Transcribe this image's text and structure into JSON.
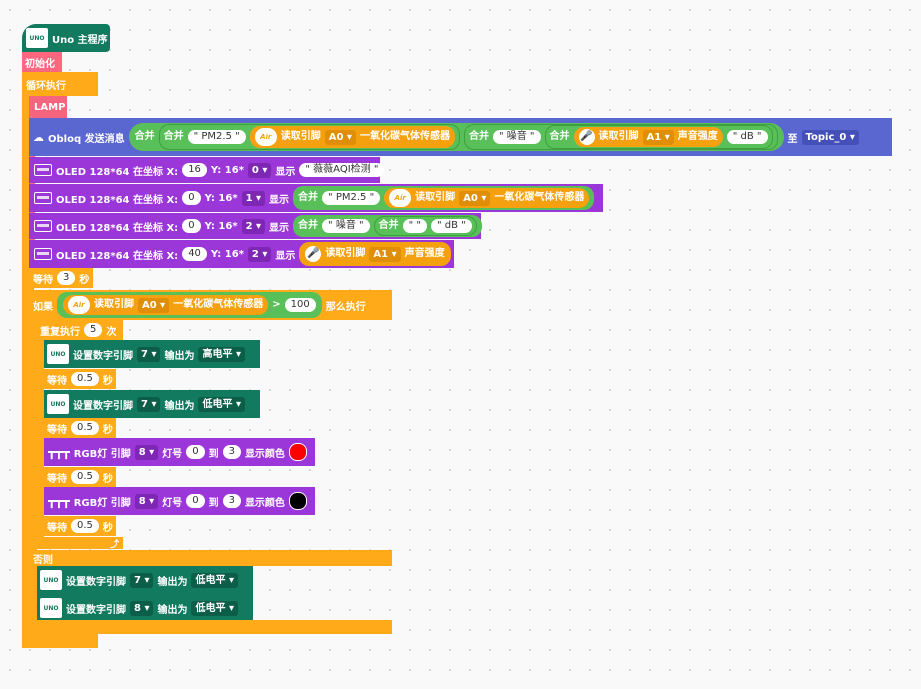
{
  "main": {
    "hat_label": "Uno 主程序",
    "uno_icon": "UNO",
    "init_label": "初始化",
    "loop_label": "循环执行"
  },
  "lamp": {
    "label": "LAMP"
  },
  "obloq": {
    "label": "Obloq 发送消息",
    "merge": "合并",
    "str1": "\" PM2.5 \"",
    "air": "Air",
    "read_pin": "读取引脚",
    "pin_a0": "A0",
    "co_sensor": "一氧化碳气体传感器",
    "str2": "\" 噪音 \"",
    "pin_a1": "A1",
    "sound": "声音强度",
    "str3": "\" dB \"",
    "to": "至",
    "topic": "Topic_0"
  },
  "oled": {
    "label": "OLED 128*64 在坐标 X:",
    "y_label": "Y: 16*",
    "show": "显示",
    "r1": {
      "x": "16",
      "y": "0",
      "text": "\" 薇薇AQI检测 \""
    },
    "r2": {
      "x": "0",
      "y": "1"
    },
    "r3": {
      "x": "0",
      "y": "2",
      "blank": "\"  \""
    },
    "r4": {
      "x": "40",
      "y": "2"
    }
  },
  "wait1": {
    "label": "等待",
    "value": "3",
    "unit": "秒"
  },
  "if_block": {
    "if_label": "如果",
    "op": ">",
    "value": "100",
    "then": "那么执行",
    "else_label": "否则"
  },
  "repeat": {
    "label": "重复执行",
    "count": "5",
    "unit": "次"
  },
  "digital": {
    "label": "设置数字引脚",
    "output": "输出为",
    "pin7": "7",
    "pin8": "8",
    "high": "高电平",
    "low": "低电平"
  },
  "wait_half": {
    "label": "等待",
    "value": "0.5",
    "unit": "秒"
  },
  "rgb": {
    "label": "RGB灯 引脚",
    "pin": "8",
    "lamp_no": "灯号",
    "from": "0",
    "to_label": "到",
    "to": "3",
    "show_color": "显示颜色",
    "color_red": "#ff0000",
    "color_black": "#000000"
  }
}
